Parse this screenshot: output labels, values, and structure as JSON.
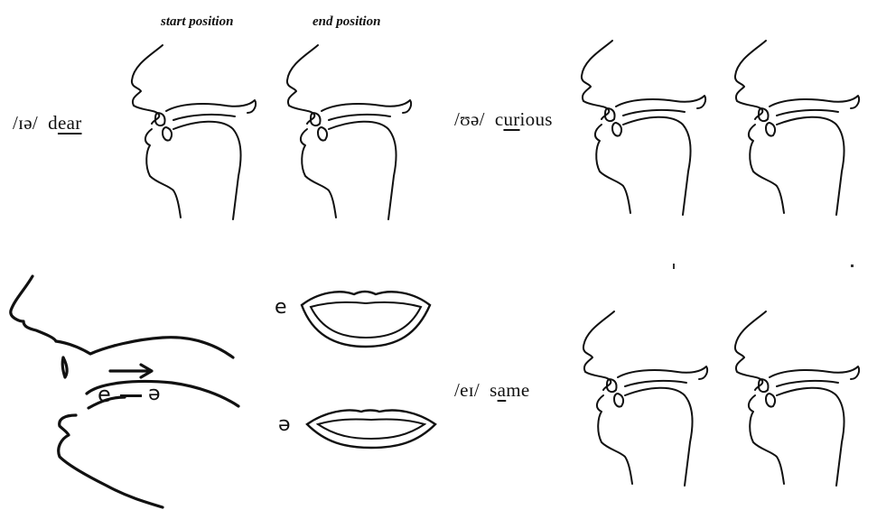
{
  "headers": {
    "start": "start position",
    "end": "end position"
  },
  "diphthongs": {
    "dear": {
      "ipa": "/ɪə/",
      "pre": "d",
      "under": "ear",
      "post": ""
    },
    "curious": {
      "ipa": "/ʊə/",
      "pre": "c",
      "under": "ur",
      "post": "ious"
    },
    "same": {
      "ipa": "/eɪ/",
      "pre": "s",
      "under": "a",
      "post": "me"
    }
  },
  "lower_left": {
    "vowel_start": "e",
    "vowel_end": "ə",
    "lips_label_e": "e",
    "lips_label_schwa": "ə"
  }
}
